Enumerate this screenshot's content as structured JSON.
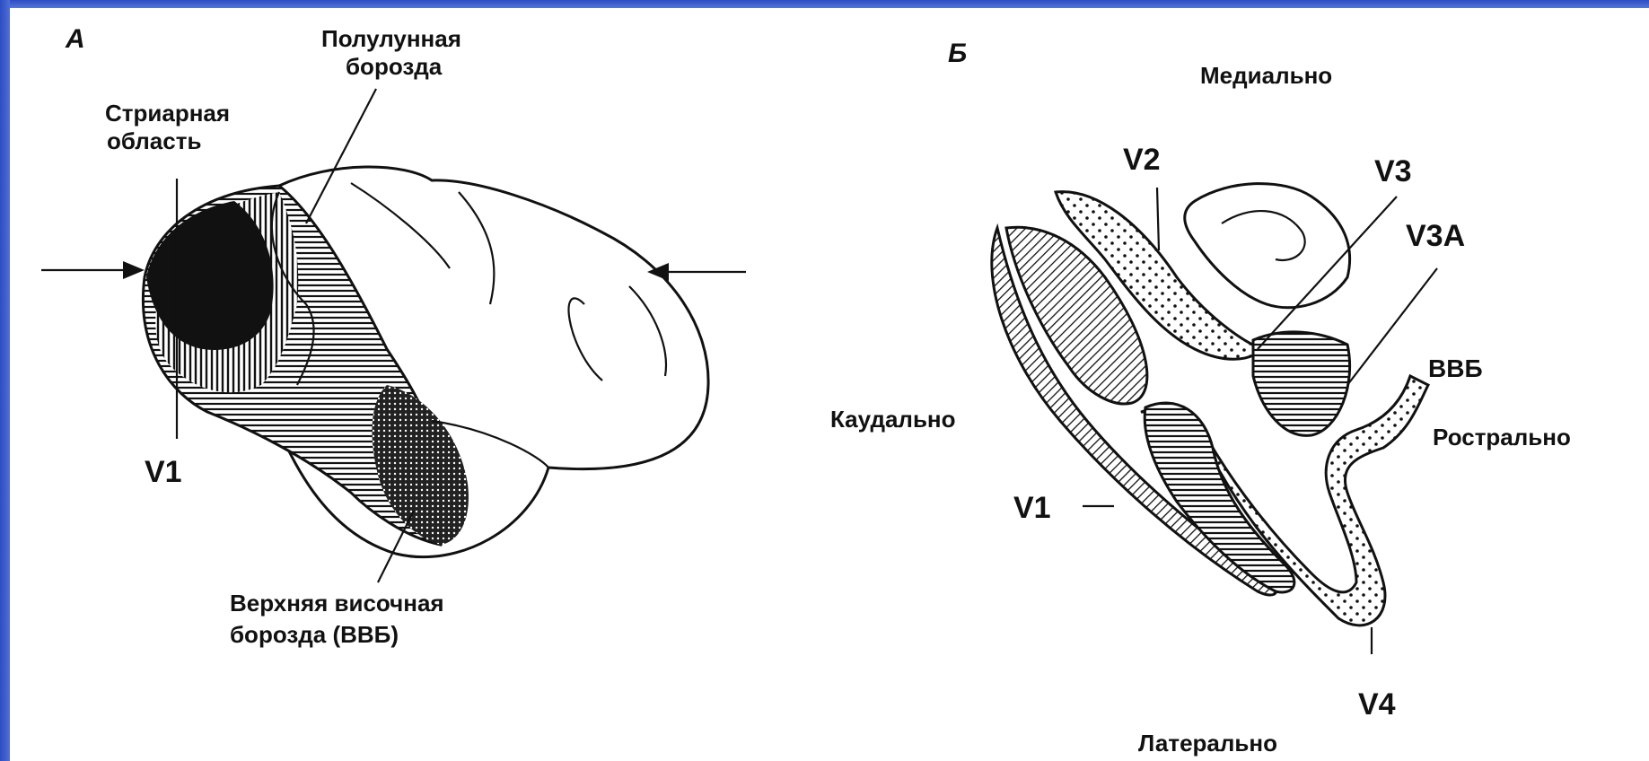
{
  "panel_a": {
    "letter": "А",
    "label_polulunnaya_line1": "Полулунная",
    "label_polulunnaya_line2": "борозда",
    "label_striarnaya_line1": "Стриарная",
    "label_striarnaya_line2": "область",
    "label_v1": "V1",
    "label_vvb_line1": "Верхняя височная",
    "label_vvb_line2": "борозда (ВВБ)"
  },
  "panel_b": {
    "letter": "Б",
    "label_medialno": "Медиально",
    "label_v2": "V2",
    "label_v3": "V3",
    "label_v3a": "V3A",
    "label_vvb": "ВВБ",
    "label_kaudalno": "Каудально",
    "label_rostralno": "Рострально",
    "label_v1": "V1",
    "label_v4": "V4",
    "label_lateralno": "Латерально"
  }
}
